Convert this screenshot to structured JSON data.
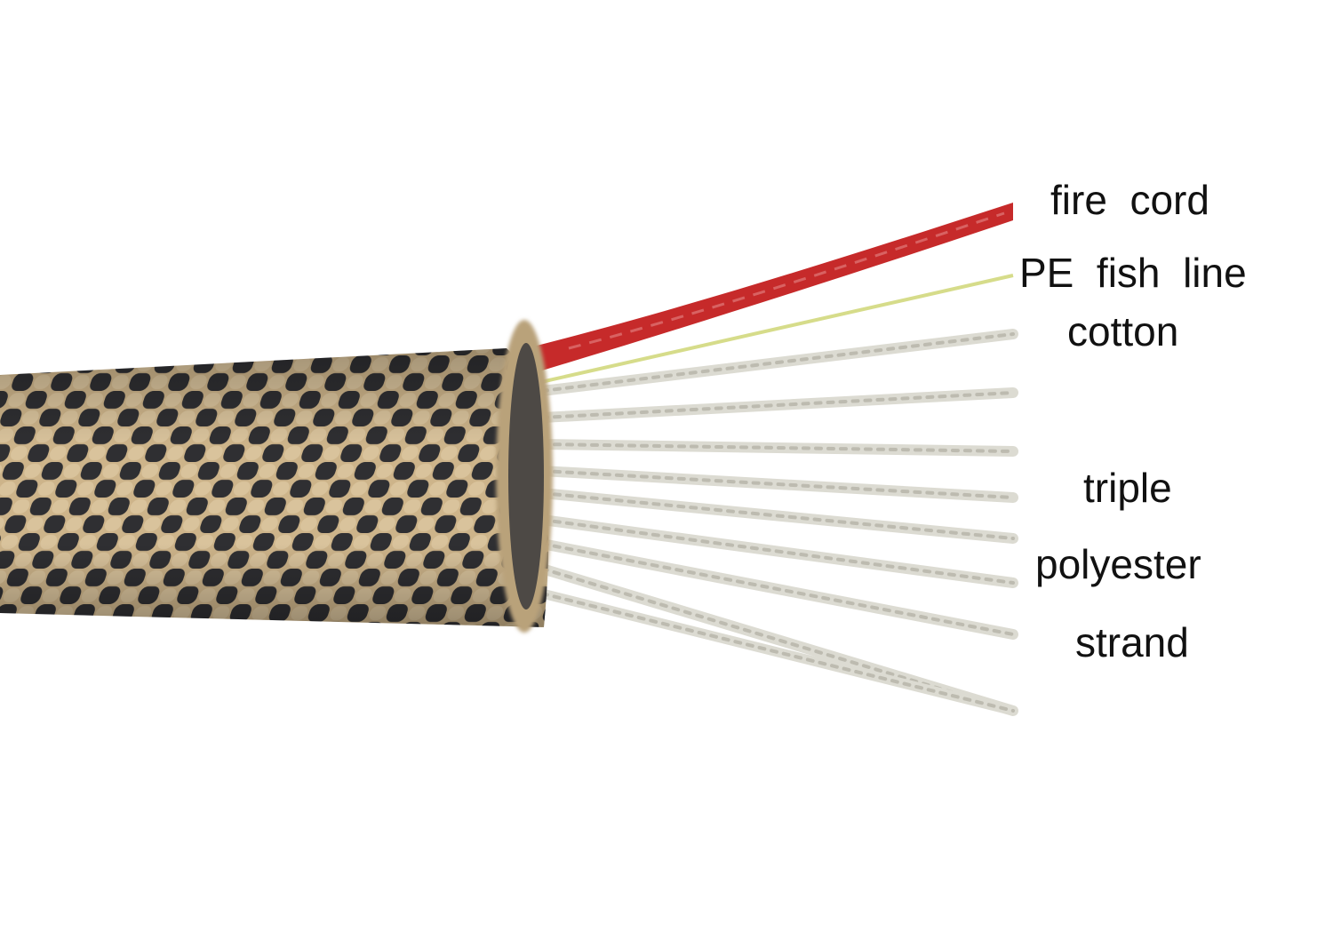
{
  "labels": {
    "fire_cord": "fire  cord",
    "pe_fish_line": "PE  fish  line",
    "cotton": "cotton",
    "triple": "triple",
    "polyester": "polyester",
    "strand": "strand"
  },
  "colors": {
    "sleeve_tan": "#cdb48a",
    "sleeve_black": "#2f2f32",
    "fire_cord": "#c62a2a",
    "pe_fish_line": "#d6dc8a",
    "polyester_strand": "#dcdbd2"
  }
}
